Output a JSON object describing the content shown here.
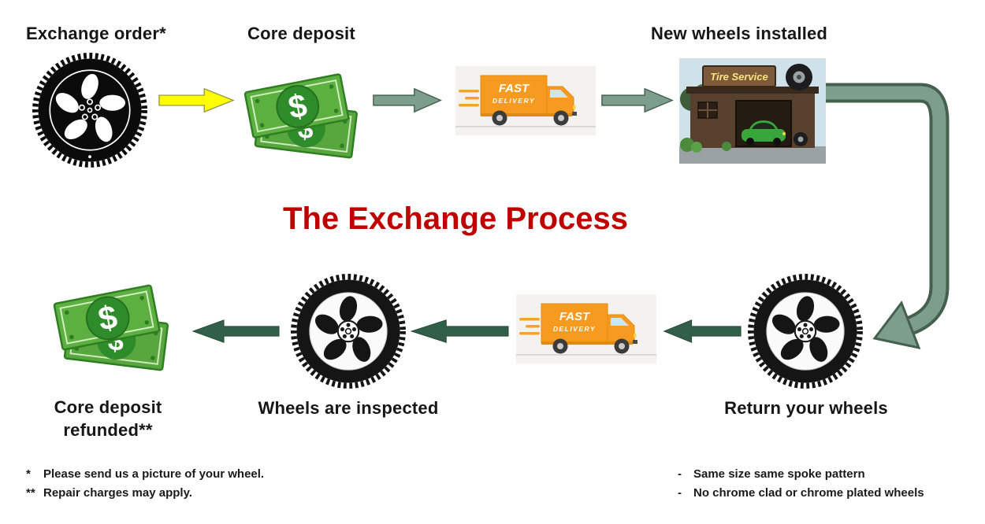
{
  "title": "The Exchange Process",
  "steps": {
    "exchange_order": {
      "label": "Exchange order*"
    },
    "core_deposit": {
      "label": "Core deposit"
    },
    "new_wheels_installed": {
      "label": "New wheels installed"
    },
    "return_your_wheels": {
      "label": "Return your wheels"
    },
    "wheels_inspected": {
      "label": "Wheels are inspected"
    },
    "core_deposit_refunded": {
      "label": "Core deposit refunded**"
    }
  },
  "truck": {
    "line1": "FAST",
    "line2": "DELIVERY"
  },
  "shop": {
    "sign": "Tire Service"
  },
  "money": {
    "symbol": "$"
  },
  "footnotes_left": [
    {
      "marker": "*",
      "text": "Please send us a picture of your wheel."
    },
    {
      "marker": "**",
      "text": "Repair charges may apply."
    }
  ],
  "footnotes_right": [
    {
      "marker": "-",
      "text": "Same size same spoke pattern"
    },
    {
      "marker": "-",
      "text": "No chrome clad or chrome plated wheels"
    }
  ],
  "colors": {
    "title_red": "#C00000",
    "arrow_yellow": "#FFFF00",
    "arrow_sage_green": "#7E9E8D",
    "arrow_dark_green": "#315F4A",
    "money_green": "#5CB03F",
    "truck_orange": "#F79B20"
  }
}
